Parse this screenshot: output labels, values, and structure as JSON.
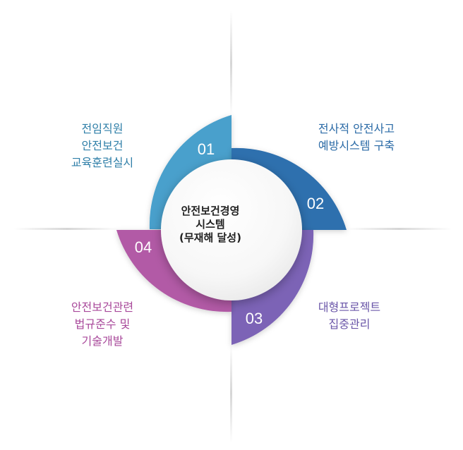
{
  "center": {
    "line1": "안전보건경영",
    "line2": "시스템",
    "line3": "(무재해 달성)"
  },
  "segments": [
    {
      "number": "01",
      "color": "#4aa0cc",
      "label_lines": [
        "전임직원",
        "안전보건",
        "교육훈련실시"
      ],
      "label_color": "#2f7fa8"
    },
    {
      "number": "02",
      "color": "#2e6fae",
      "label_lines": [
        "전사적 안전사고",
        "예방시스템 구축"
      ],
      "label_color": "#2a6aa6"
    },
    {
      "number": "03",
      "color": "#7b63b6",
      "label_lines": [
        "대형프로젝트",
        "집중관리"
      ],
      "label_color": "#6a56a8"
    },
    {
      "number": "04",
      "color": "#b25aa6",
      "label_lines": [
        "안전보건관련",
        "법규준수 및",
        "기술개발"
      ],
      "label_color": "#a8489a"
    }
  ]
}
